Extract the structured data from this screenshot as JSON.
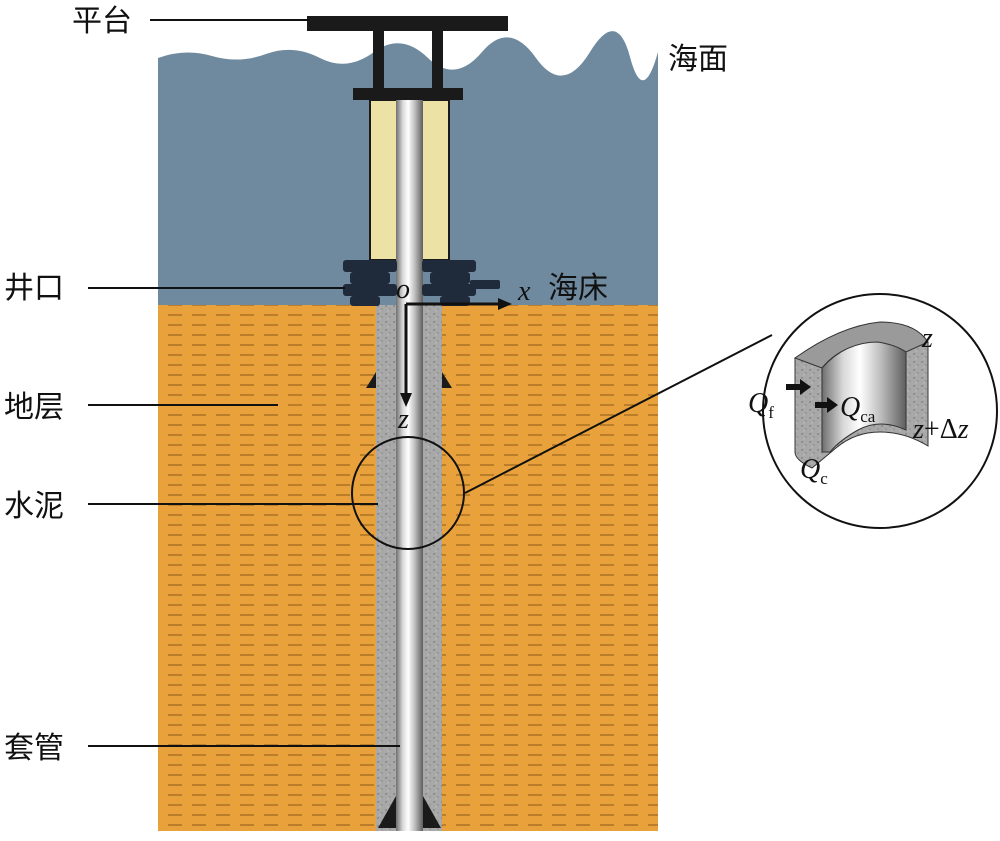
{
  "labels": {
    "platform": "平台",
    "sea_surface": "海面",
    "wellhead": "井口",
    "seabed": "海床",
    "formation": "地层",
    "cement": "水泥",
    "casing": "套管"
  },
  "axes": {
    "origin": "o",
    "x": "x",
    "z": "z"
  },
  "inset": {
    "z_top": "z",
    "z_bottom_var": "z",
    "z_bottom_op": "+Δ",
    "z_bottom_var2": "z",
    "q_f": "Q",
    "q_f_sub": "f",
    "q_ca": "Q",
    "q_ca_sub": "ca",
    "q_c": "Q",
    "q_c_sub": "c"
  },
  "colors": {
    "sea": "#6f8a9e",
    "formation": "#e9a23b",
    "formation_lines": "#8a5a1a",
    "cement": "#a8a8a8",
    "casing": "#c9c9c9",
    "riser_fill": "#ede2a6",
    "structure": "#1a1a1a"
  }
}
